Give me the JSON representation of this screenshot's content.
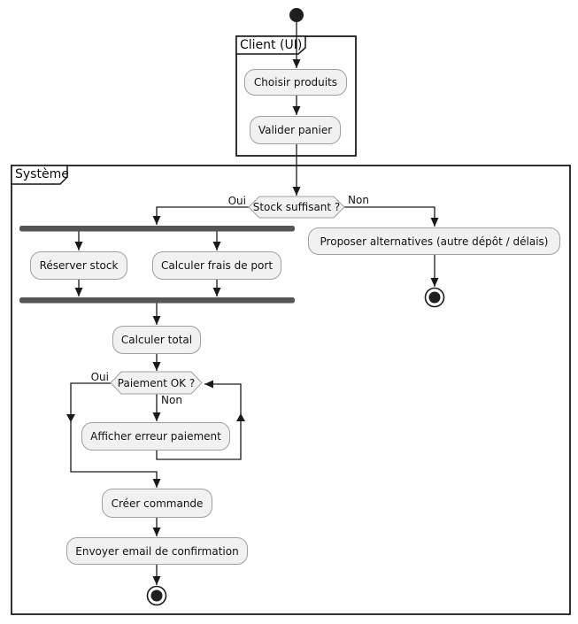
{
  "partitions": {
    "client": {
      "label": "Client (UI)"
    },
    "systeme": {
      "label": "Système"
    }
  },
  "activities": {
    "choisir_produits": "Choisir produits",
    "valider_panier": "Valider panier",
    "reserver_stock": "Réserver stock",
    "calculer_frais": "Calculer frais de port",
    "proposer_alternatives": "Proposer alternatives (autre dépôt / délais)",
    "calculer_total": "Calculer total",
    "afficher_erreur": "Afficher erreur paiement",
    "creer_commande": "Créer commande",
    "envoyer_email": "Envoyer email de confirmation"
  },
  "decisions": {
    "stock": "Stock suffisant ?",
    "paiement": "Paiement OK ?"
  },
  "edge_labels": {
    "stock_oui": "Oui",
    "stock_non": "Non",
    "paiement_oui": "Oui",
    "paiement_non": "Non"
  },
  "colors": {
    "background": "#ffffff",
    "activity_fill": "#f1f1f2",
    "activity_border": "#a0a0a0",
    "line": "#1a1a1a",
    "bar_fill": "#555555",
    "partition_border": "#151515",
    "text": "#121212"
  }
}
